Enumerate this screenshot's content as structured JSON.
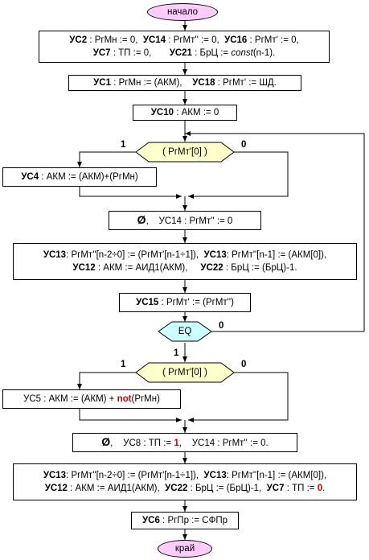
{
  "start": "начало",
  "end": "край",
  "b1": {
    "line1": [
      "УС2",
      " : PгМн := 0,  ",
      "УС14",
      " : PгМт'' := 0,  ",
      "УС16",
      " : PгМт' := 0,"
    ],
    "line2": [
      "УС7",
      " : ТП := 0,       ",
      "УС21",
      " : БрЦ := ",
      "const",
      "(n-1)."
    ]
  },
  "b2": [
    "УС1",
    " : PгМн := (АКМ),    ",
    "УС18",
    " : PгМт' := ШД."
  ],
  "b3": [
    "УС10",
    " : АКМ := 0"
  ],
  "d1": "( PгМт'[0] )",
  "d1_yes": "1",
  "d1_no": "0",
  "b4": [
    "УС4",
    " : АКМ := (АКМ)+(PгМн)"
  ],
  "b5": {
    "empty": "Ø",
    "rest": ",    УС14 : PгМт'' := 0"
  },
  "b6": {
    "line1": [
      "УС13",
      ": PгМт''[n-2÷0] := (PгМт'[n-1÷1]),  ",
      "УС13",
      ": PгМт''[n-1] := (АКМ[0]),"
    ],
    "line2": [
      "УС12",
      " : АКМ := АИД1(АКМ),     ",
      "УС22",
      " : БрЦ := (БрЦ)-1."
    ]
  },
  "b7": [
    "УС15",
    " : PгМт' := (PгМт'')"
  ],
  "d2": "EQ",
  "d2_yes": "1",
  "d2_no": "0",
  "d3": "( PгМт'[0] )",
  "d3_yes": "1",
  "d3_no": "0",
  "b8": {
    "pre": "УС5 : АКМ := (АКМ) + ",
    "not": "not",
    "post": "(PгМн)"
  },
  "b9": {
    "empty": "Ø",
    "mid": ",    УС8 : ТП := ",
    "one": "1",
    "post": ",    УС14 : PгМт'' := 0."
  },
  "b10": {
    "line1": [
      "УС13",
      ": PгМт''[n-2÷0] := (PгМт'[n-1÷1]),  ",
      "УС13",
      ": PгМт''[n-1] := (АКМ[0]),"
    ],
    "line2": [
      "УС12",
      " : АКМ := АИД1(АКМ),  ",
      "УС22",
      " : БрЦ := (БрЦ)-1,  ",
      "УС7",
      " : ТП := "
    ],
    "zero": "0",
    "end": "."
  },
  "b11": [
    "УС6",
    " : PгПр := СФПр"
  ],
  "colors": {
    "terminal": "#ffccff",
    "decision_yellow": "#ffffcc",
    "decision_blue": "#ccffff",
    "highlight": "#e00000"
  }
}
